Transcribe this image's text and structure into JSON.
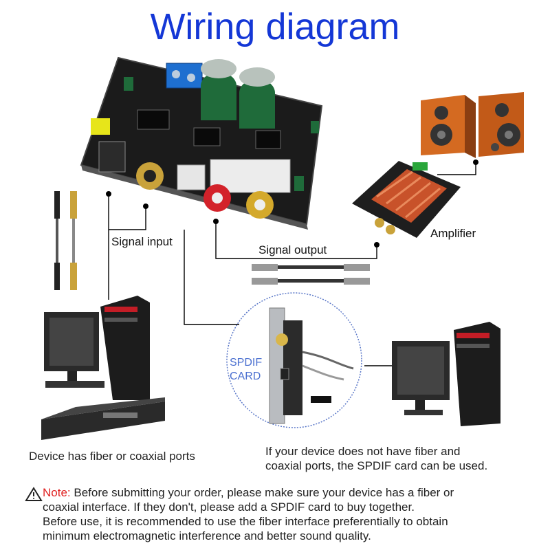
{
  "title": "Wiring diagram",
  "labels": {
    "signal_input": "Signal input",
    "signal_output": "Signal output",
    "amplifier": "Amplifier",
    "spdif_card": "SPDIF\nCARD",
    "spdif_line1": "SPDIF",
    "spdif_line2": "CARD"
  },
  "captions": {
    "left": "Device has fiber or coaxial ports",
    "right_line1": "If your device does not have fiber and",
    "right_line2": "coaxial ports, the SPDIF card can be used."
  },
  "note": {
    "prefix": "Note:",
    "line1": " Before submitting your order, please make sure your device has a fiber or",
    "line2": "coaxial interface. If they don't, please add a SPDIF card to buy together.",
    "line3": "Before use, it is recommended to use the fiber interface preferentially to obtain",
    "line4": "minimum electromagnetic interference and better sound quality."
  },
  "icons": [
    "warning-icon",
    "speaker-icon",
    "amplifier-board-icon",
    "decoder-board-icon",
    "computer-icon",
    "dvd-player-icon",
    "spdif-card-icon",
    "optical-cable-icon",
    "rca-cable-icon"
  ]
}
